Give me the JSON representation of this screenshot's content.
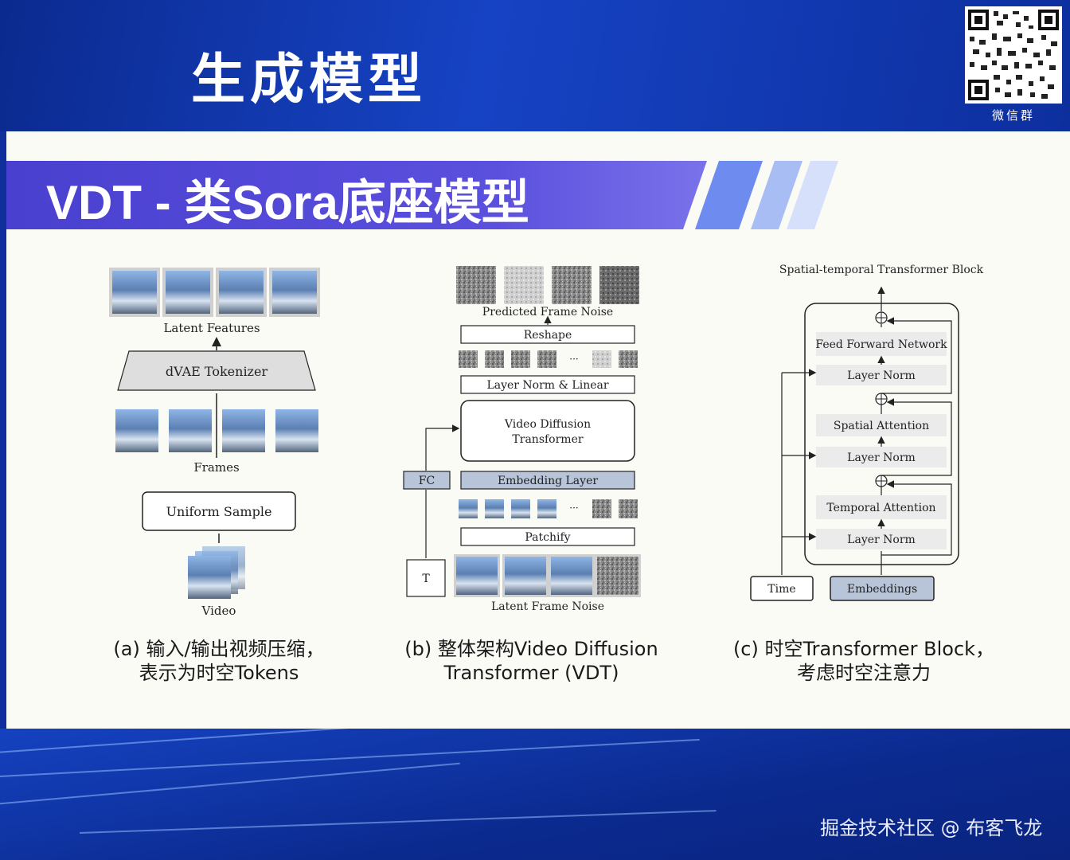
{
  "header": {
    "title": "生成模型",
    "qr_label": "微信群"
  },
  "slide": {
    "title": "VDT - 类Sora底座模型"
  },
  "panel_a": {
    "latent_features": "Latent Features",
    "tokenizer": "dVAE Tokenizer",
    "frames": "Frames",
    "uniform_sample": "Uniform Sample",
    "video": "Video"
  },
  "panel_b": {
    "predicted_noise": "Predicted Frame Noise",
    "reshape": "Reshape",
    "ellipsis": "···",
    "layer_norm_linear": "Layer Norm & Linear",
    "vdt_line1": "Video Diffusion",
    "vdt_line2": "Transformer",
    "fc": "FC",
    "embedding_layer": "Embedding Layer",
    "patchify": "Patchify",
    "t": "T",
    "latent_noise": "Latent Frame Noise"
  },
  "panel_c": {
    "block_title": "Spatial-temporal Transformer Block",
    "ffn": "Feed Forward Network",
    "layer_norm": "Layer Norm",
    "spatial_attention": "Spatial Attention",
    "temporal_attention": "Temporal Attention",
    "time": "Time",
    "embeddings": "Embeddings"
  },
  "captions": {
    "a_line1": "(a) 输入/输出视频压缩，",
    "a_line2": "表示为时空Tokens",
    "b_line1": "(b) 整体架构Video Diffusion",
    "b_line2": "Transformer (VDT)",
    "c_line1": "(c) 时空Transformer Block，",
    "c_line2": "考虑时空注意力"
  },
  "watermark": "掘金技术社区 @ 布客飞龙"
}
